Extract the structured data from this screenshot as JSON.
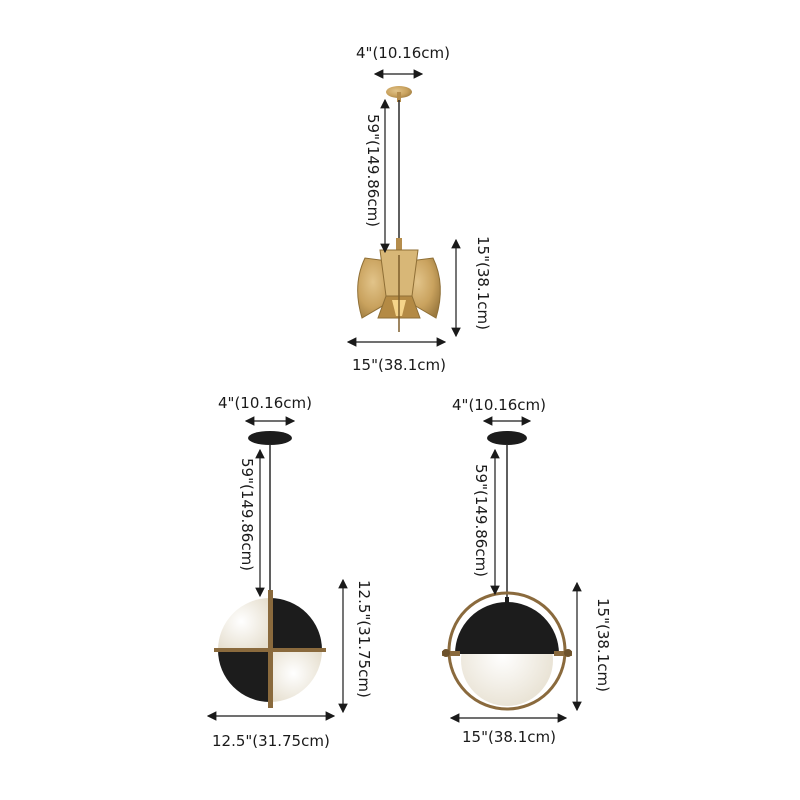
{
  "lamps": [
    {
      "name": "gold-pendant",
      "canopy_width": "4\"(10.16cm)",
      "cord_length": "59\"(149.86cm)",
      "shade_height": "15\"(38.1cm)",
      "shade_width": "15\"(38.1cm)"
    },
    {
      "name": "black-quartered-globe-pendant",
      "canopy_width": "4\"(10.16cm)",
      "cord_length": "59\"(149.86cm)",
      "shade_height": "12.5\"(31.75cm)",
      "shade_width": "12.5\"(31.75cm)"
    },
    {
      "name": "black-ring-globe-pendant",
      "canopy_width": "4\"(10.16cm)",
      "cord_length": "59\"(149.86cm)",
      "shade_height": "15\"(38.1cm)",
      "shade_width": "15\"(38.1cm)"
    }
  ],
  "colors": {
    "gold": "#c9a25e",
    "black": "#1c1c1c",
    "glass": "#f3efe6",
    "brass_ring": "#8a6a3d",
    "dimension_line": "#1a1a1a"
  }
}
